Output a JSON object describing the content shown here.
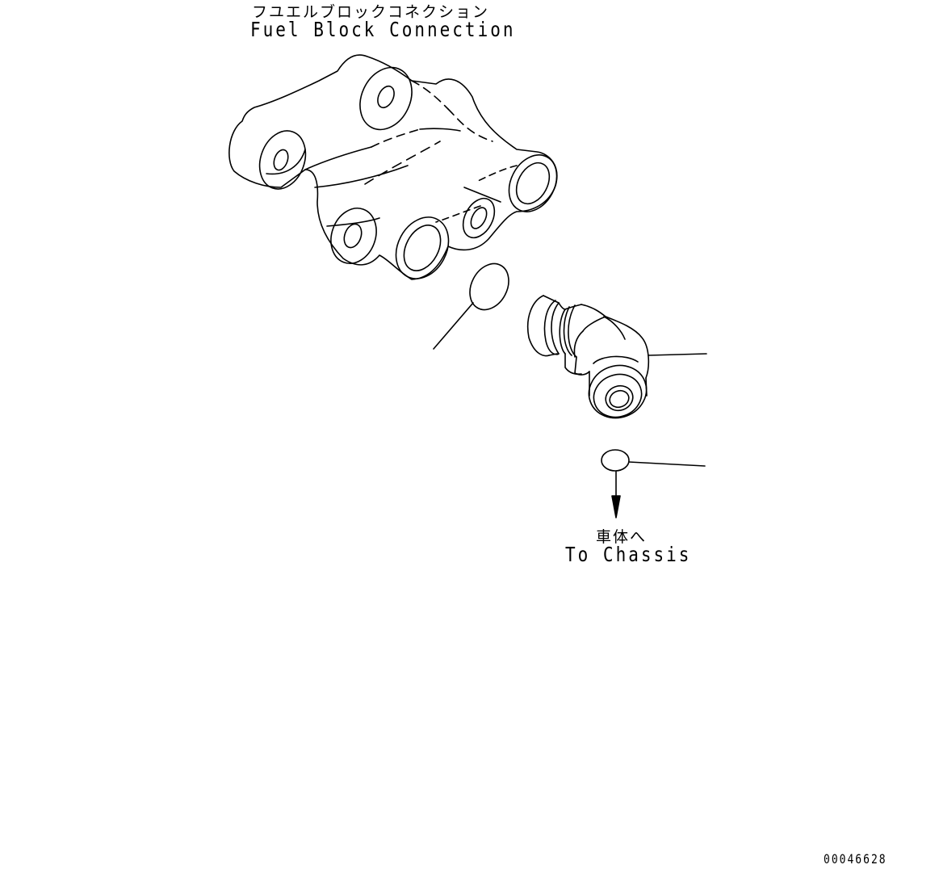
{
  "labels": {
    "fuel_block_jp": "フユエルブロックコネクション",
    "fuel_block_en": "Fuel Block Connection",
    "chassis_jp": "車体へ",
    "chassis_en": "To Chassis"
  },
  "figure_id": "00046628"
}
